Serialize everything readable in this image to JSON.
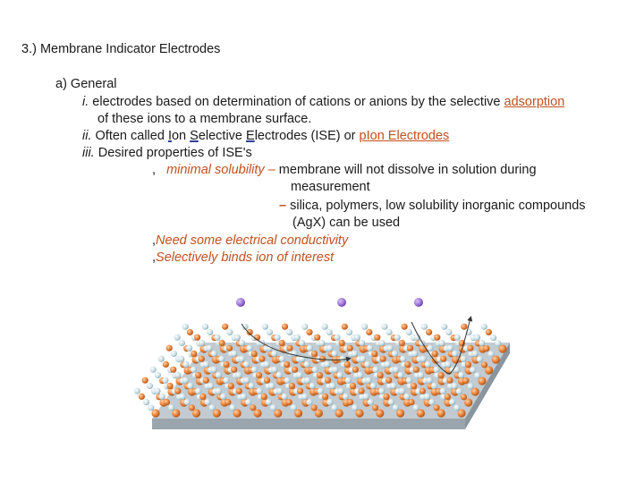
{
  "slide": {
    "title": "3.) Membrane Indicator Electrodes",
    "section": "a) General",
    "item_i_num": "i.",
    "item_i_line1": "electrodes based on determination of cations or anions by the selective",
    "item_i_link": "adsorption",
    "item_i_line2": "of these ions to a membrane surface.",
    "item_ii_num": "ii.",
    "item_ii_a": "Often called",
    "item_ii_I": "I",
    "item_ii_on": "on",
    "item_ii_S": "S",
    "item_ii_elective": "elective",
    "item_ii_E": "E",
    "item_ii_lectrodes": "lectrodes (ISE) or",
    "item_ii_pion": "pIon Electrodes",
    "item_iii_num": "iii.",
    "item_iii_text": "Desired properties of ISE's",
    "bullet1_mark": ",",
    "bullet1_term": "minimal solubility",
    "bullet1_dash": "–",
    "bullet1_text": "membrane will not dissolve in solution during",
    "bullet1_cont": "measurement",
    "sub_dash": "–",
    "sub_text": "silica, polymers, low solubility inorganic compounds",
    "sub_cont": "(AgX) can be used",
    "bullet2_mark": ",",
    "bullet2_text": "Need some electrical conductivity",
    "bullet3_mark": ",",
    "bullet3_text": "Selectively binds ion of interest"
  },
  "colors": {
    "orange_text": "#c0501f",
    "membrane_gray": "#b9c2c8",
    "bead_orange": "#e8843c",
    "bead_blue": "#bcd4dc",
    "ion_purple": "#9a6fd6"
  }
}
